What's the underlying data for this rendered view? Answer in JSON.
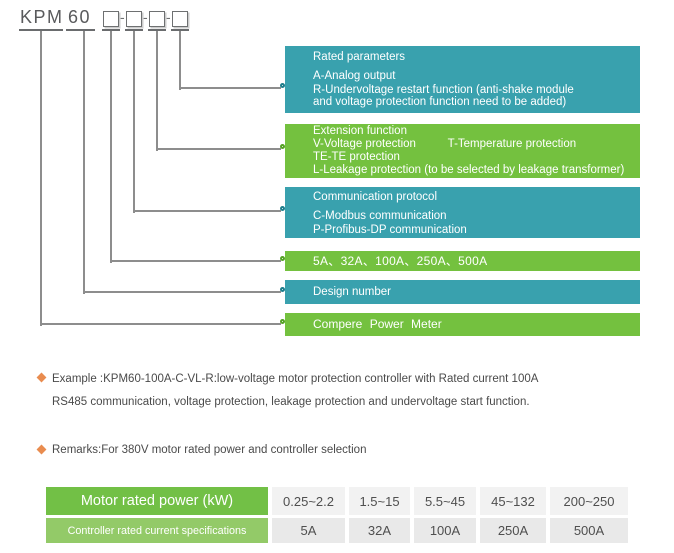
{
  "colors": {
    "teal": "#39A1AE",
    "teal_dark": "#1F7E8C",
    "green": "#74C13F",
    "green_dark": "#55A226",
    "green_light": "#93CA68",
    "orange": "#E98C4F",
    "connector_gray": "#8D8D8D",
    "text_dark": "#4A4A4A"
  },
  "model_code": {
    "prefix": "KPM",
    "design": "60",
    "separator": "-"
  },
  "callouts": [
    {
      "name": "rated-parameters",
      "title": "Rated parameters",
      "lines": [
        "A-Analog output",
        "R-Undervoltage restart function (anti-shake module",
        "and voltage protection function need to be added)"
      ]
    },
    {
      "name": "extension-function",
      "title": "Extension function",
      "lines": [
        "V-Voltage protection          T-Temperature protection",
        "TE-TE protection",
        "L-Leakage protection (to be selected by leakage transformer)"
      ]
    },
    {
      "name": "communication-protocol",
      "title": "Communication protocol",
      "lines": [
        "C-Modbus communication",
        "P-Profibus-DP communication"
      ]
    },
    {
      "name": "rated-current-options",
      "title": "5A、32A、100A、250A、500A",
      "lines": []
    },
    {
      "name": "design-number",
      "title": "Design number",
      "lines": []
    },
    {
      "name": "product-name",
      "title": "Compere Power Meter",
      "lines": []
    }
  ],
  "example": {
    "line1": "Example :KPM60-100A-C-VL-R:low-voltage motor protection controller with Rated current 100A",
    "line2": "RS485 communication, voltage protection, leakage protection and undervoltage start function."
  },
  "remarks": "Remarks:For 380V motor rated power and controller selection",
  "table": {
    "header_row": {
      "label": "Motor rated power (kW)",
      "values": [
        "0.25~2.2",
        "1.5~15",
        "5.5~45",
        "45~132",
        "200~250"
      ]
    },
    "spec_row": {
      "label": "Controller rated current specifications",
      "values": [
        "5A",
        "32A",
        "100A",
        "250A",
        "500A"
      ]
    }
  }
}
